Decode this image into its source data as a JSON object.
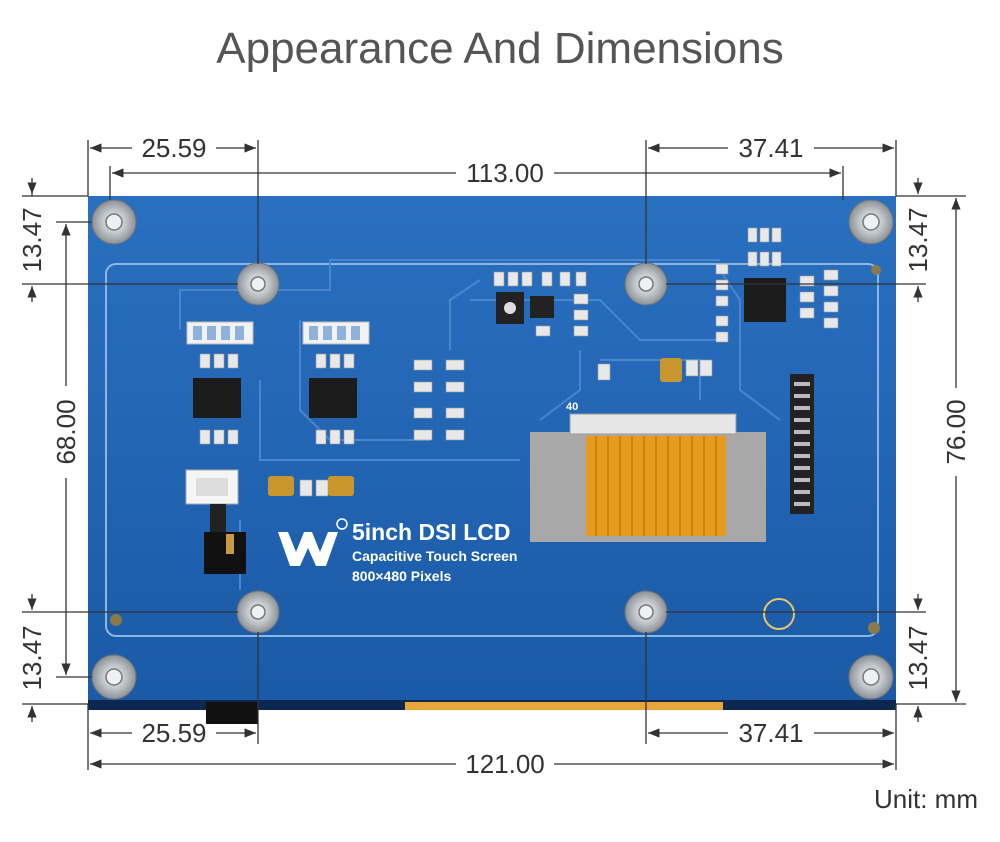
{
  "title": "Appearance And Dimensions",
  "unit_label": "Unit: mm",
  "dimensions": {
    "top_left_offset": "25.59",
    "top_right_offset": "37.41",
    "hole_span_width": "113.00",
    "bottom_left_offset": "25.59",
    "bottom_right_offset": "37.41",
    "overall_width": "121.00",
    "left_top_margin": "13.47",
    "left_hole_span_height": "68.00",
    "left_bottom_margin": "13.47",
    "right_top_margin": "13.47",
    "right_overall_height": "76.00",
    "right_bottom_margin": "13.47"
  },
  "board": {
    "product_name": "5inch DSI LCD",
    "feature_line": "Capacitive Touch Screen",
    "resolution_line": "800×480 Pixels",
    "connector_pin_count": "40",
    "colors": {
      "pcb": "#1e64b4",
      "flex": "#e69a1e",
      "ink": "#ffffff"
    }
  }
}
